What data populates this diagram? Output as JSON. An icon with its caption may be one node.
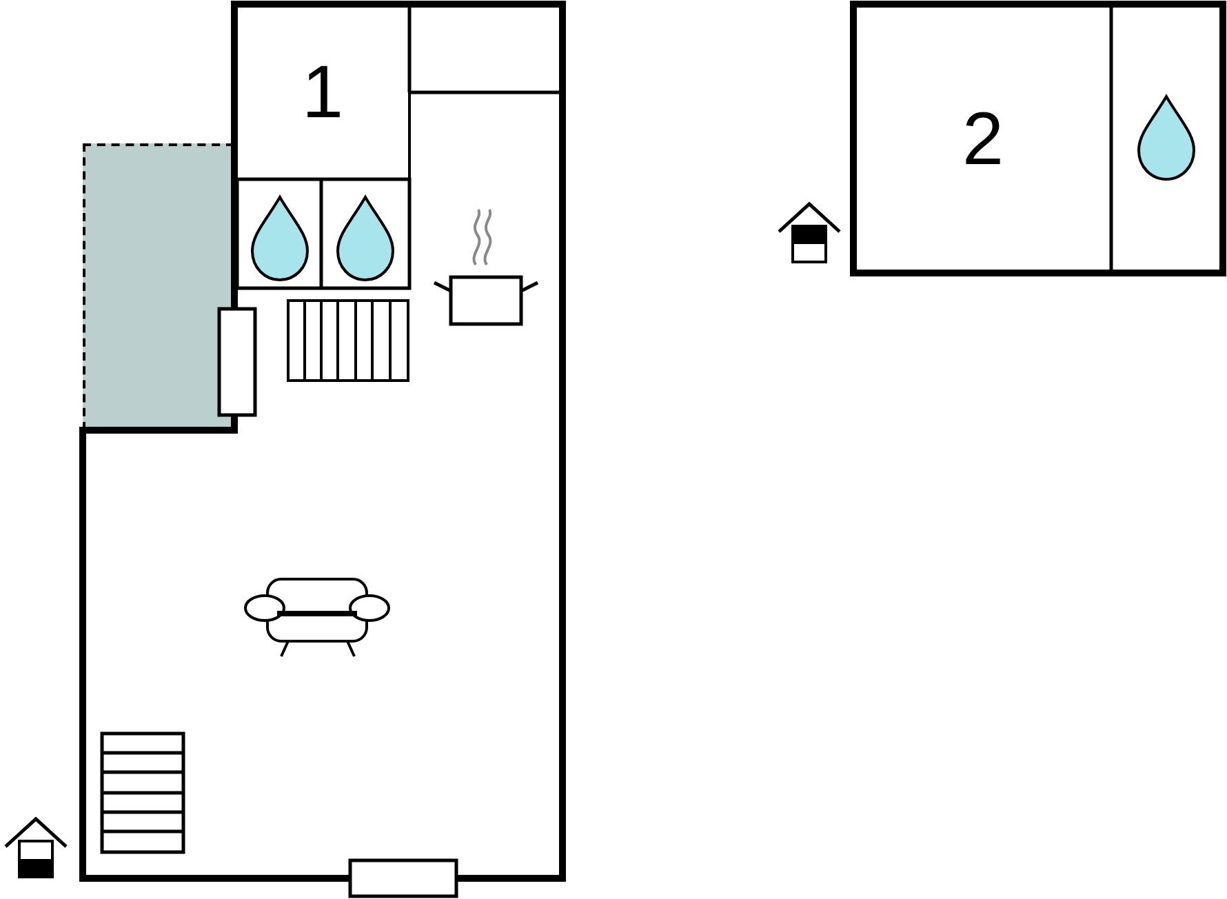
{
  "diagram": {
    "nodes": [
      {
        "text": [
          "1"
        ]
      },
      {
        "text": [
          "2"
        ]
      },
      {
        "text": [],
        "shape": "box"
      }
    ]
  }
}
